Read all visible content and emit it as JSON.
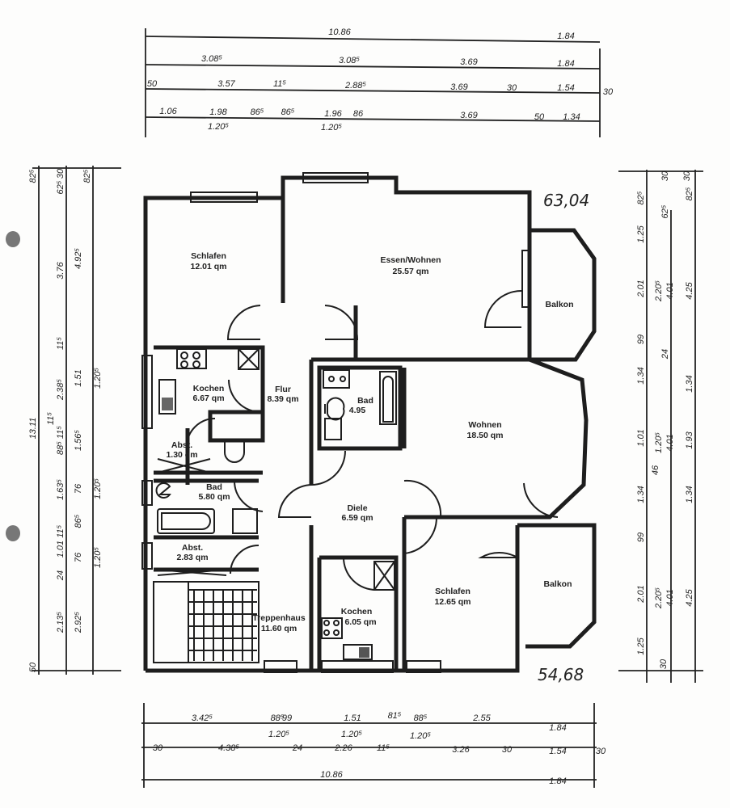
{
  "rooms": [
    {
      "name": "Schlafen",
      "area": "12.01 qm"
    },
    {
      "name": "Essen/Wohnen",
      "area": "25.57 qm"
    },
    {
      "name": "Balkon"
    },
    {
      "name": "Kochen",
      "area": "6.67 qm"
    },
    {
      "name": "Flur",
      "area": "8.39 qm"
    },
    {
      "name": "Bad",
      "area": "4.95"
    },
    {
      "name": "Wohnen",
      "area": "18.50 qm"
    },
    {
      "name": "Abst.",
      "area": "1.30 qm"
    },
    {
      "name": "Bad",
      "area": "5.80 qm"
    },
    {
      "name": "Diele",
      "area": "6.59 qm"
    },
    {
      "name": "Abst.",
      "area": "2.83 qm"
    },
    {
      "name": "Schlafen",
      "area": "12.65 qm"
    },
    {
      "name": "Balkon"
    },
    {
      "name": "Treppenhaus",
      "area": "11.60 qm"
    },
    {
      "name": "Kochen",
      "area": "6.05 qm"
    }
  ],
  "notes": {
    "top_area": "63,04",
    "bottom_area": "54,68"
  },
  "dims": {
    "top0": [
      "10.86",
      "1.84"
    ],
    "top1": [
      "3.08⁵",
      "3.08⁵",
      "3.69",
      "1.84"
    ],
    "top2": [
      "50",
      "3.57",
      "11⁵",
      "2.88⁵",
      "3.69",
      "30",
      "1.54",
      "30"
    ],
    "top3": [
      "1.06",
      "1.98",
      "1.20⁵",
      "86⁵",
      "86⁵",
      "1.96",
      "1.20⁵",
      "86",
      "3.69",
      "50",
      "1.34"
    ],
    "bot0": [
      "3.42⁵",
      "88⁵",
      "99",
      "1.51",
      "81⁵",
      "88⁵",
      "2.55",
      "1.84",
      "1.20⁵",
      "1.20⁵",
      "1.20⁵"
    ],
    "bot1": [
      "30",
      "4.38⁵",
      "24",
      "2.26",
      "11⁵",
      "3.26",
      "30",
      "1.54",
      "30"
    ],
    "bot2": [
      "10.86",
      "1.84"
    ],
    "left0": [
      "82⁵",
      "13.11",
      "11⁵",
      "50"
    ],
    "left1": [
      "30",
      "62⁵",
      "3.76",
      "11⁵",
      "2.38⁵",
      "88⁵ 11⁵",
      "1.63⁵",
      "1.01 11⁵",
      "24",
      "2.13⁵"
    ],
    "left2": [
      "82⁵",
      "4.92⁵",
      "1.51",
      "1.20⁵",
      "1.56⁵",
      "76",
      "1.20⁵",
      "86⁵",
      "76",
      "1.20⁵",
      "2.92⁵"
    ],
    "right0": [
      "82⁵",
      "1.25",
      "2.01",
      "99",
      "1.34",
      "1.01",
      "1.34",
      "99",
      "2.01",
      "1.25",
      "30",
      "46"
    ],
    "right1": [
      "30",
      "62⁵",
      "2.20⁵",
      "4.01",
      "24",
      "1.20⁵",
      "4.01",
      "2.20⁵",
      "4.01",
      "30"
    ],
    "right2": [
      "82⁵",
      "4.25",
      "1.34",
      "1.93",
      "1.34",
      "4.25"
    ]
  }
}
